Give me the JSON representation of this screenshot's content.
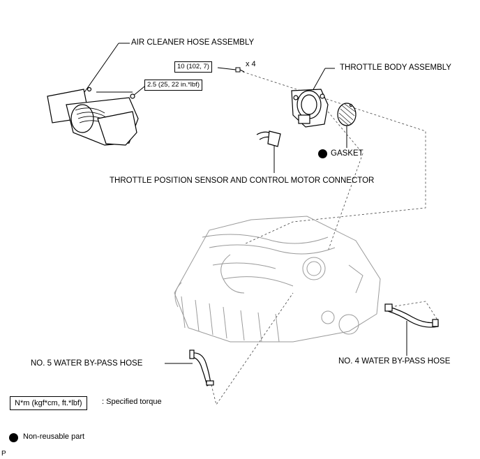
{
  "labels": {
    "air_cleaner": "AIR CLEANER HOSE ASSEMBLY",
    "throttle_body": "THROTTLE BODY ASSEMBLY",
    "gasket": "GASKET",
    "tps_connector": "THROTTLE POSITION SENSOR AND CONTROL MOTOR CONNECTOR",
    "no5_hose": "NO. 5 WATER BY-PASS HOSE",
    "no4_hose": "NO. 4 WATER BY-PASS HOSE"
  },
  "torque": {
    "bolt_value": "10 (102, 7)",
    "bolt_qty": "x 4",
    "clamp_value": "2.5 (25, 22 in.*lbf)"
  },
  "legend": {
    "torque_unit": "N*m (kgf*cm, ft.*lbf)",
    "torque_desc": ": Specified torque",
    "nonreusable_desc": "Non-reusable part"
  },
  "corner_mark": "P",
  "colors": {
    "ink": "#000000",
    "ghost": "#9a9a9a"
  }
}
